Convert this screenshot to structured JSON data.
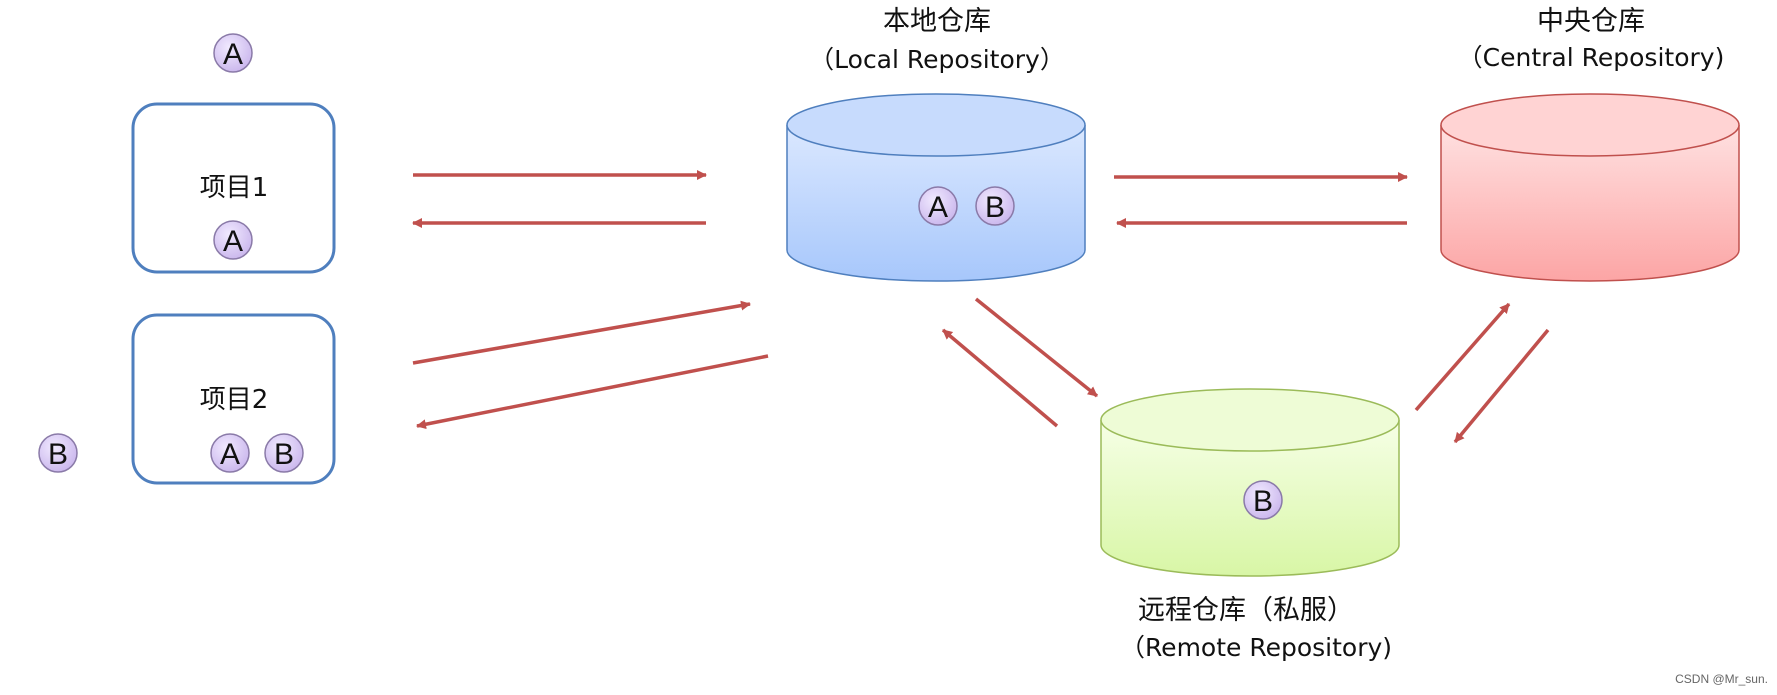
{
  "badges": {
    "a": "A",
    "b": "B"
  },
  "projects": {
    "project1": {
      "label": "项目1"
    },
    "project2": {
      "label": "项目2"
    }
  },
  "repositories": {
    "local": {
      "title": "本地仓库",
      "subtitle": "（Local Repository）",
      "color": "#a7c7fb"
    },
    "central": {
      "title": "中央仓库",
      "subtitle": "（Central Repository)",
      "color": "#fcb1b1"
    },
    "remote": {
      "title": "远程仓库（私服）",
      "subtitle": "（Remote Repository)",
      "color": "#ddf8b4"
    }
  },
  "colors": {
    "project_border": "#4f7fbe",
    "arrow": "#c0504d",
    "badge_fill": "#d9c9f2",
    "badge_stroke": "#8a7aa8"
  },
  "watermark": "CSDN @Mr_sun."
}
